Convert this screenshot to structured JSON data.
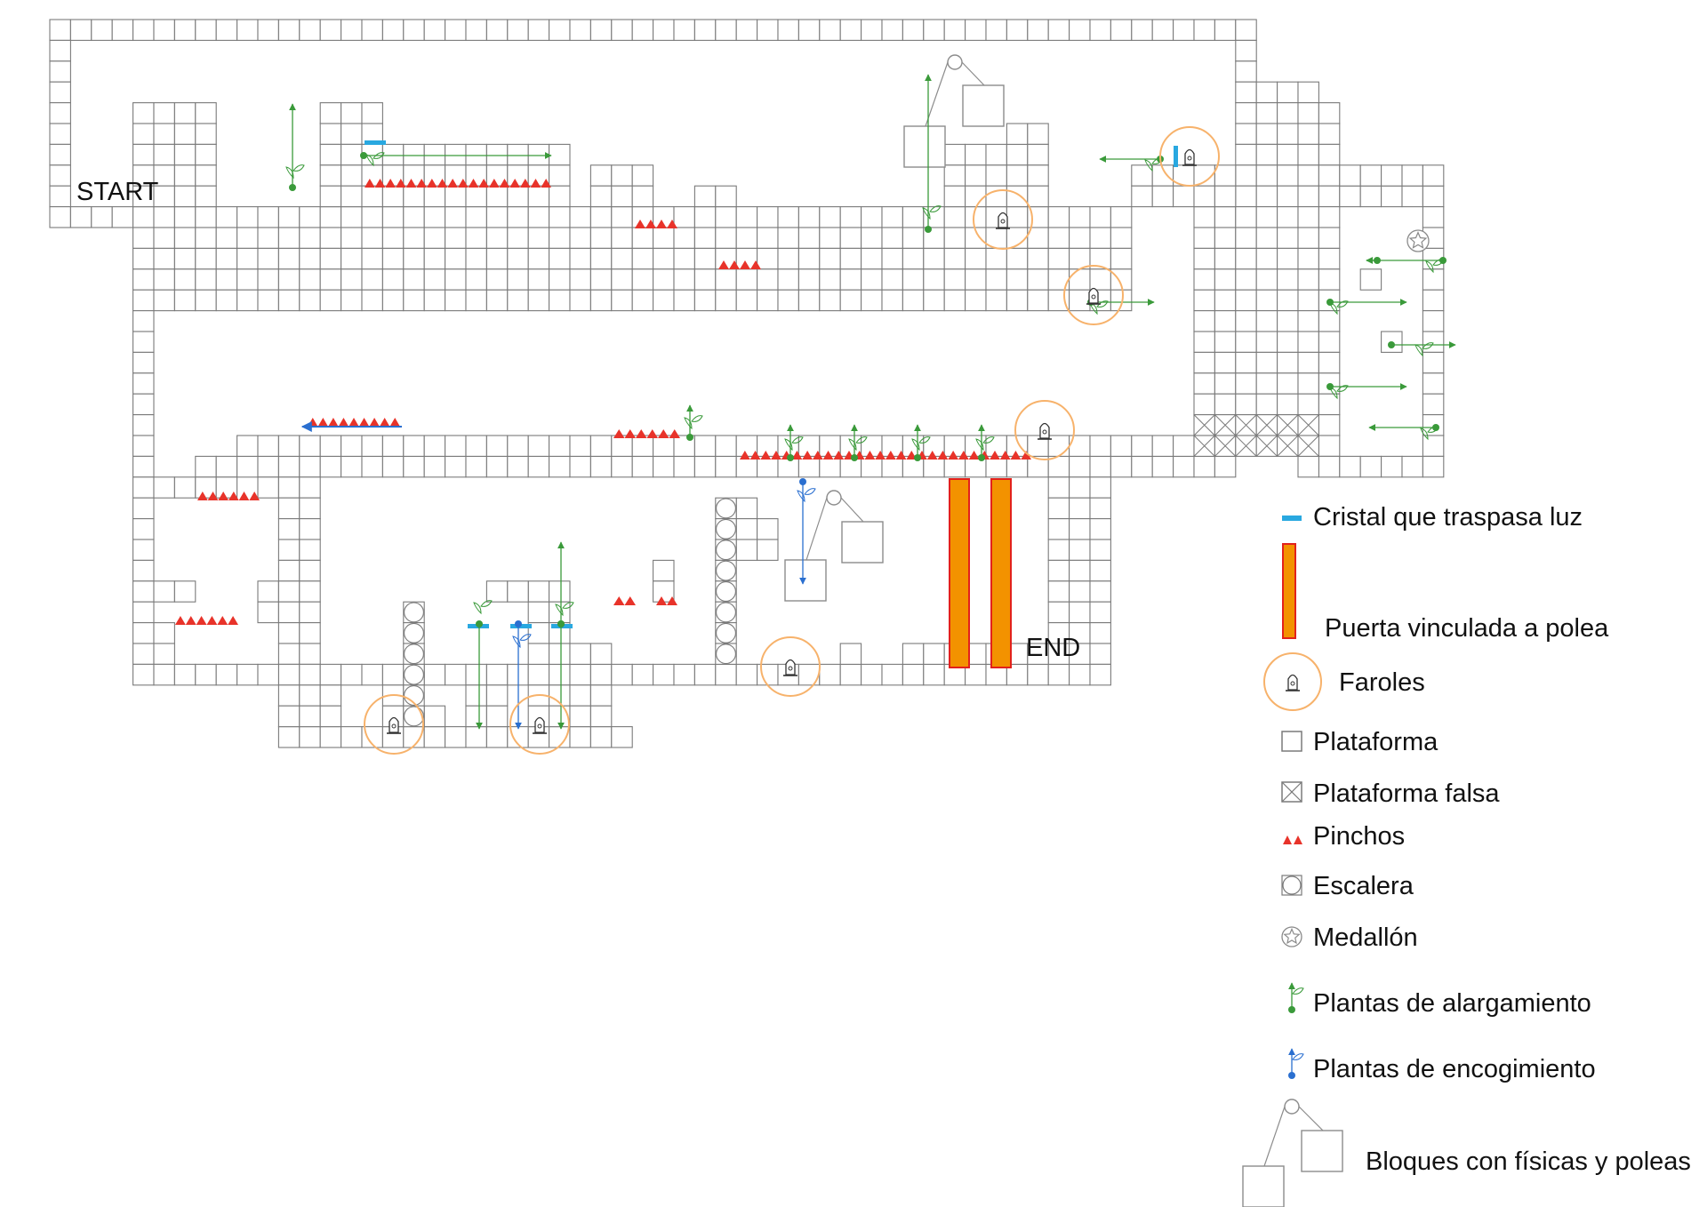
{
  "map": {
    "start_label": "START",
    "end_label": "END"
  },
  "legend": {
    "items": [
      {
        "key": "crystal",
        "label": "Cristal que traspasa luz"
      },
      {
        "key": "door",
        "label": "Puerta vinculada a polea"
      },
      {
        "key": "lantern",
        "label": "Faroles"
      },
      {
        "key": "platform",
        "label": "Plataforma"
      },
      {
        "key": "fake-platform",
        "label": "Plataforma falsa"
      },
      {
        "key": "spikes",
        "label": "Pinchos"
      },
      {
        "key": "ladder",
        "label": "Escalera"
      },
      {
        "key": "medallion",
        "label": "Medallón"
      },
      {
        "key": "grow-plant",
        "label": "Plantas de alargamiento"
      },
      {
        "key": "shrink-plant",
        "label": "Plantas de encogimiento"
      },
      {
        "key": "pulley-blocks",
        "label": "Bloques con físicas y poleas"
      }
    ]
  },
  "colors": {
    "grid_stroke": "#7a7a7a",
    "spike": "#e8332a",
    "crystal": "#29a8e0",
    "door_fill": "#f39200",
    "door_stroke": "#e2211c",
    "lantern_ring": "#f7b26b",
    "grow_plant": "#3a9a3a",
    "shrink_plant": "#2a6fd0",
    "pulley": "#8c8c8c"
  }
}
